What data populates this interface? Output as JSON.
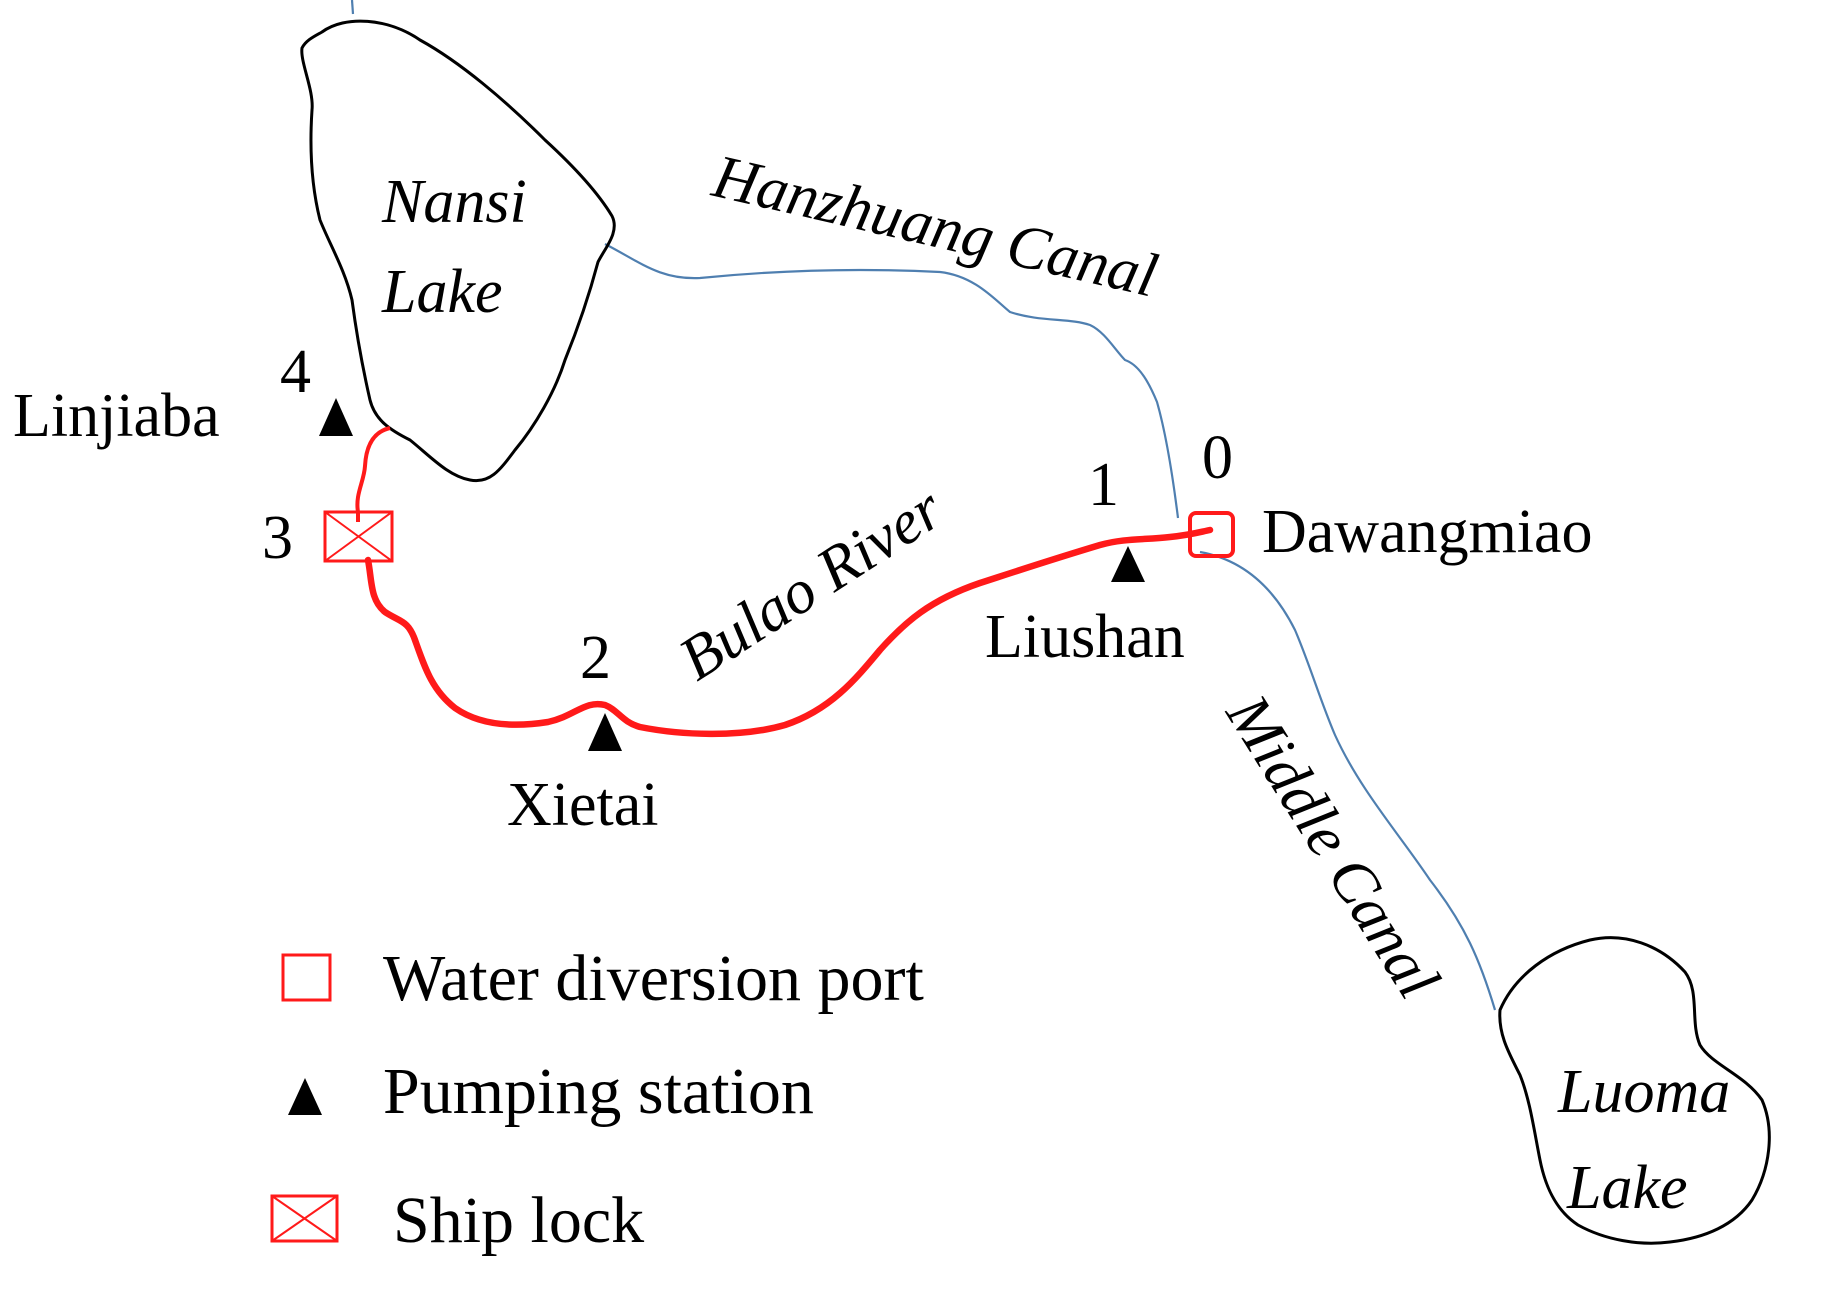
{
  "lakes": {
    "nansi": {
      "line1": "Nansi",
      "line2": "Lake"
    },
    "luoma": {
      "line1": "Luoma",
      "line2": "Lake"
    }
  },
  "waterways": {
    "hanzhuang": "Hanzhuang Canal",
    "middle": "Middle Canal",
    "bulao": "Bulao River"
  },
  "sites": {
    "dawangmiao": {
      "number": "0",
      "name": "Dawangmiao"
    },
    "liushan": {
      "number": "1",
      "name": "Liushan"
    },
    "xietai": {
      "number": "2",
      "name": "Xietai"
    },
    "lock": {
      "number": "3"
    },
    "linjiaba": {
      "number": "4",
      "name": "Linjiaba"
    }
  },
  "legend": {
    "diversion_port": "Water diversion port",
    "pumping_station": "Pumping station",
    "ship_lock": "Ship lock"
  },
  "colors": {
    "route": "#ff1a1a",
    "canal": "#4f7fb0",
    "lake_outline": "#000000",
    "symbol": "#000000"
  },
  "icons": {
    "diversion_port": "open-red-square-icon",
    "pumping_station": "black-triangle-icon",
    "ship_lock": "crossed-red-box-icon"
  }
}
